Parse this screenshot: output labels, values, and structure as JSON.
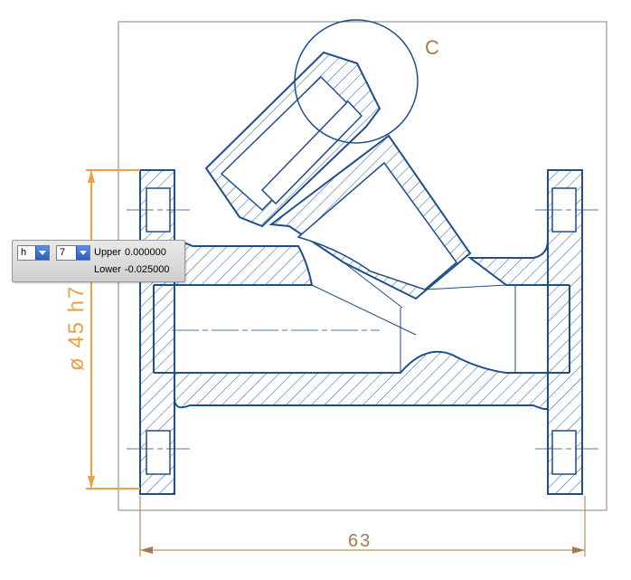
{
  "drawing": {
    "detail_label": "C",
    "dimension_diameter": "ø 45 h7",
    "dimension_length": "63"
  },
  "tolerance_panel": {
    "fit_letter": "h",
    "fit_grade": "7",
    "upper_label": "Upper",
    "upper_value": "0.000000",
    "lower_label": "Lower",
    "lower_value": "-0.025000"
  },
  "colors": {
    "geometry": "#1f4e8c",
    "dimension": "#f0a040",
    "dimension_dark": "#a67a4a",
    "frame": "#808080"
  }
}
